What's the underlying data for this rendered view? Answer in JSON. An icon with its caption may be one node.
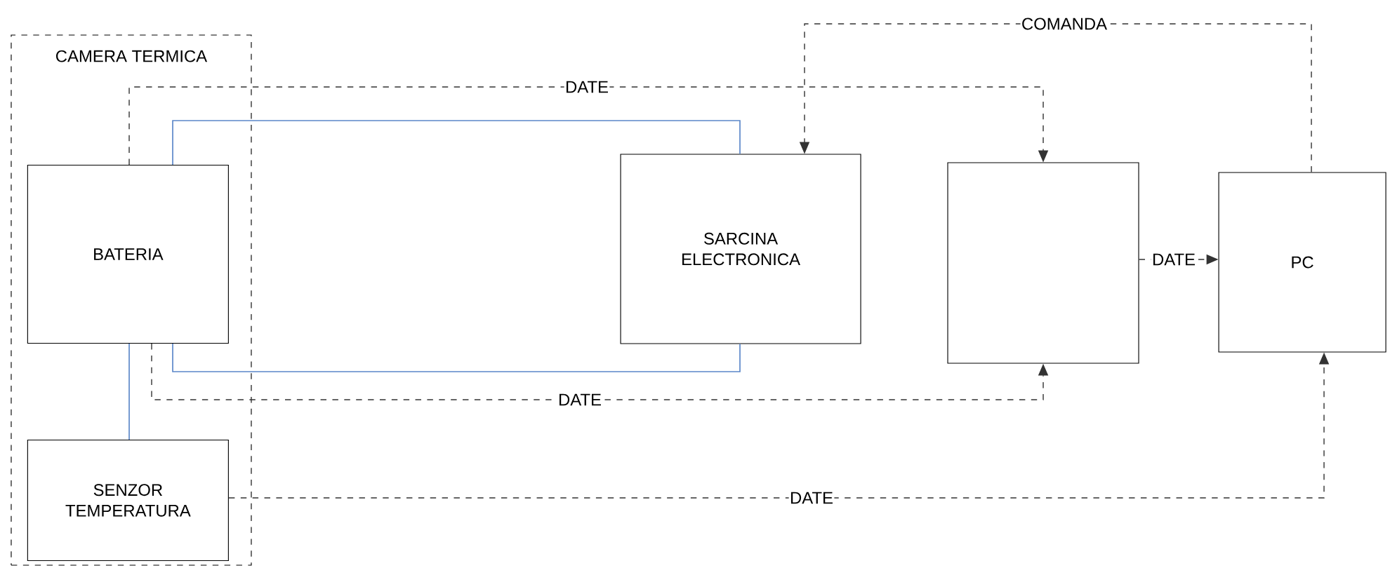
{
  "diagram": {
    "nodes": [
      {
        "text": [
          "CAMERA TERMICA"
        ]
      },
      {
        "text": [
          "BATERIA"
        ],
        "in": 0
      },
      {
        "text": [
          "SENZOR TEMPERATURA"
        ],
        "in": 0
      },
      {
        "text": [
          "SARCINA ELECTRONICA"
        ]
      },
      {
        "text": [],
        "shape": "box"
      },
      {
        "text": [
          "PC"
        ]
      }
    ],
    "edges": [
      {
        "from": 1,
        "to": 4,
        "arrow": "to",
        "label": "DATE",
        "style": "dashed"
      },
      {
        "from": 1,
        "to": 3,
        "arrow": "none",
        "color": "#5b87c9"
      },
      {
        "from": 1,
        "to": 3,
        "arrow": "none",
        "color": "#5b87c9"
      },
      {
        "from": 1,
        "to": 4,
        "arrow": "to",
        "label": "DATE",
        "style": "dashed"
      },
      {
        "from": 1,
        "to": 2,
        "arrow": "none",
        "color": "#5b87c9"
      },
      {
        "from": 2,
        "to": 5,
        "arrow": "to",
        "label": "DATE",
        "style": "dashed"
      },
      {
        "from": 4,
        "to": 5,
        "arrow": "to",
        "label": "DATE",
        "style": "dashed"
      },
      {
        "from": 5,
        "to": 3,
        "arrow": "to",
        "label": "COMANDA",
        "style": "dashed"
      }
    ]
  }
}
